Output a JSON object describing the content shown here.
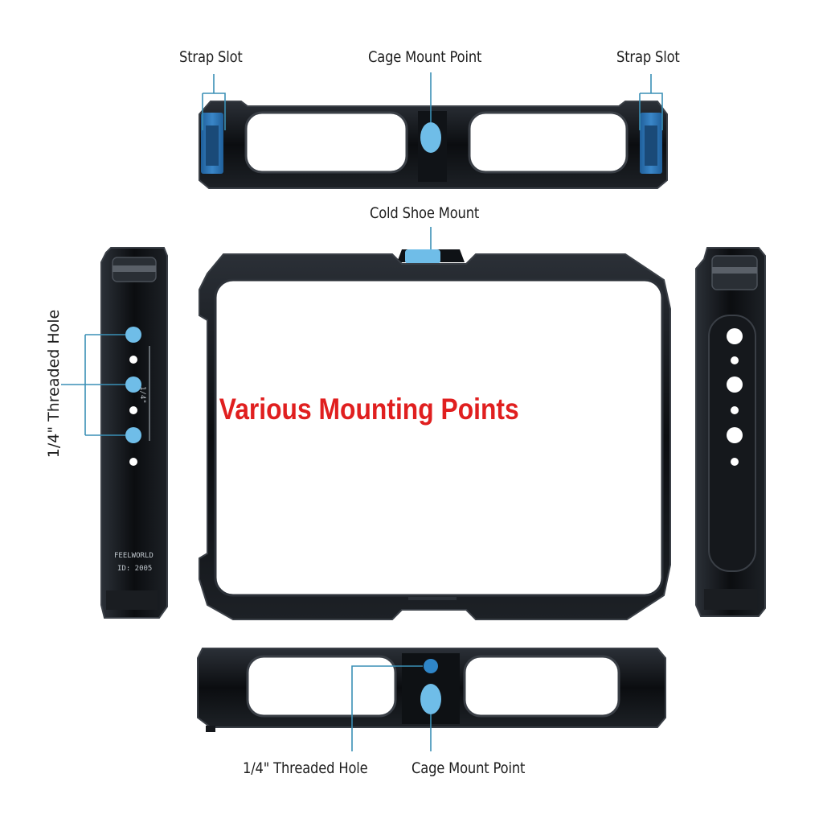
{
  "headline": "Various Mounting Points",
  "labels": {
    "top_left": "Strap Slot",
    "top_center": "Cage Mount Point",
    "top_right": "Strap Slot",
    "cold_shoe": "Cold Shoe Mount",
    "left_side": "1/4\" Threaded Hole",
    "bottom_left": "1/4\" Threaded Hole",
    "bottom_right": "Cage Mount Point"
  },
  "engraving": {
    "line1": "FEELWORLD",
    "line2": "ID: 2005",
    "side_mark": "1/4\""
  },
  "colors": {
    "metal": "#0d0f12",
    "metal_edge": "#2c3138",
    "accent_blue": "#6fbde8",
    "callout_line": "#3a8fb5",
    "headline_red": "#e01f1f"
  },
  "icons": {
    "strap_slot": "strap-slot-icon",
    "mount_hole": "mount-hole-icon"
  }
}
